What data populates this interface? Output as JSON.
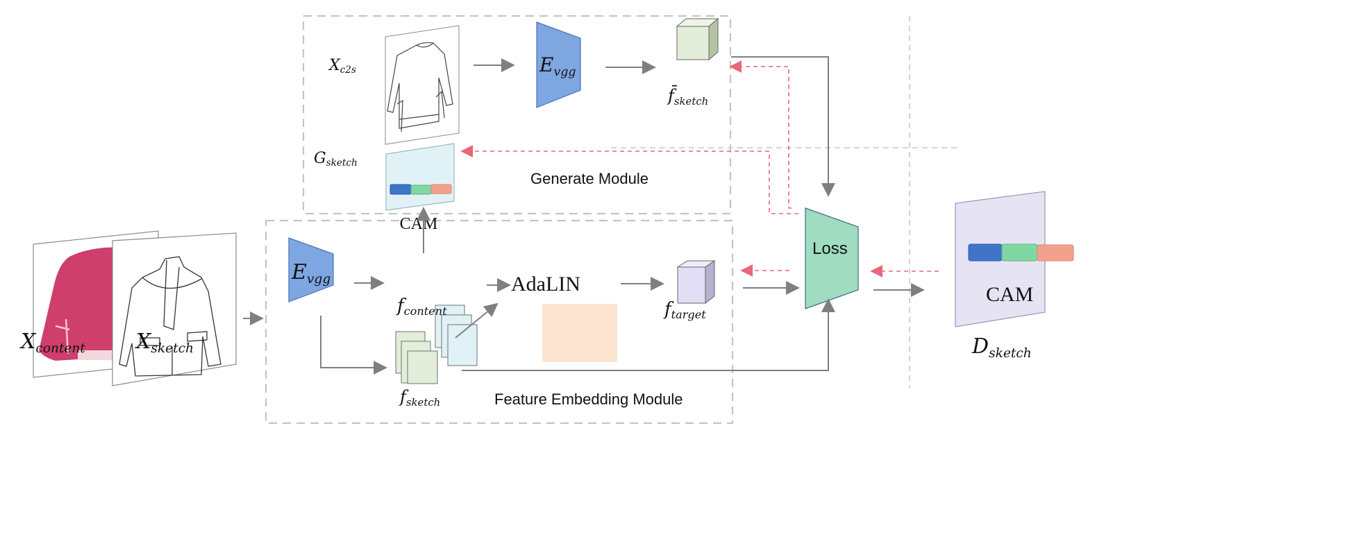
{
  "diagram": {
    "inputs": {
      "content_label": {
        "base": "X",
        "sub": "content"
      },
      "sketch_label": {
        "base": "X",
        "sub": "sketch"
      }
    },
    "generate_module": {
      "title": "Generate Module",
      "x_c2s_label": {
        "base": "X",
        "sub": "c2s"
      },
      "encoder_label": {
        "base": "E",
        "sub": "vgg"
      },
      "f_sketch_bar_label": {
        "base": "f̄",
        "sub": "sketch"
      },
      "g_sketch_label": {
        "base": "G",
        "sub": "sketch"
      },
      "cam_label": "CAM"
    },
    "feature_embedding_module": {
      "title": "Feature Embedding Module",
      "encoder_label": {
        "base": "E",
        "sub": "vgg"
      },
      "f_content_label": {
        "base": "f",
        "sub": "content"
      },
      "f_sketch_label": {
        "base": "f",
        "sub": "sketch"
      },
      "adalin_label": "AdaLIN",
      "f_target_label": {
        "base": "f",
        "sub": "target"
      }
    },
    "loss": {
      "label": "Loss"
    },
    "discriminator": {
      "label": {
        "base": "D",
        "sub": "sketch"
      },
      "cam_label": "CAM"
    },
    "colors": {
      "encoder": "#7ea6e0",
      "loss": "#9fdcc0",
      "adalin": "#fbe5d0",
      "cam_gen": "#e1f2f7",
      "cam_disc": "#e6e3f3",
      "cube_sketch": "#e2eed9",
      "cube_target": "#e1def5",
      "arrow_gray": "#7f7f7f",
      "arrow_red": "#e8677a",
      "token_blue": "#3f74c9",
      "token_green": "#7fd8a2",
      "token_salmon": "#f2a28c",
      "sweater_pink": "#cf3f6b"
    }
  }
}
